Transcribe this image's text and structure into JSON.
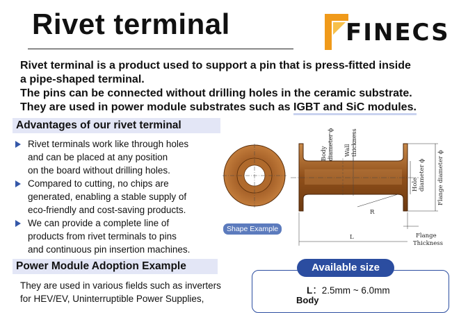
{
  "header": {
    "title": "Rivet terminal",
    "logo_text": "FINECS"
  },
  "intro": {
    "line1": "Rivet terminal is a product used to support a pin that is press-fitted inside",
    "line2": "a pipe-shaped terminal.",
    "line3": "The pins can be connected without drilling holes in the ceramic substrate.",
    "line4_a": "They are used in power module substrates such as ",
    "line4_b": "IGBT and SiC modules."
  },
  "advantages": {
    "heading": "Advantages of our rivet terminal",
    "items": [
      {
        "l1": "Rivet terminals work like through holes",
        "l2": "and can be placed at any position",
        "l3": "on the board without drilling holes."
      },
      {
        "l1": "Compared to cutting, no chips are",
        "l2": "generated, enabling a stable supply of",
        "l3": "eco-friendly and cost-saving products."
      },
      {
        "l1": "We can provide a complete line of",
        "l2": "products from rivet terminals to pins",
        "l3": "and continuous pin insertion machines."
      }
    ]
  },
  "diagram": {
    "shape_label": "Shape Example",
    "body_diameter": [
      "Body",
      "diameter ϕ"
    ],
    "wall_thickness": [
      "Wall",
      "thickness"
    ],
    "hole_diameter": [
      "Hole",
      "diameter ϕ"
    ],
    "flange_diameter": "Flange diameter ϕ",
    "r_label": "R",
    "l_label": "L",
    "flange_thickness": [
      "Flange",
      "Thickness"
    ]
  },
  "power_module": {
    "heading": "Power Module Adoption Example",
    "line1": "They are used in various fields such as inverters",
    "line2": "for HEV/EV, Uninterruptible Power Supplies,"
  },
  "available": {
    "heading": "Available size",
    "l_key": "L",
    "l_value": "：2.5mm ~ 6.0mm",
    "body_label": "Body"
  },
  "colors": {
    "accent_blue": "#2b4da0",
    "section_bg": "#e3e6f6",
    "copper": "#b5722f",
    "logo_orange": "#f09a1a"
  }
}
